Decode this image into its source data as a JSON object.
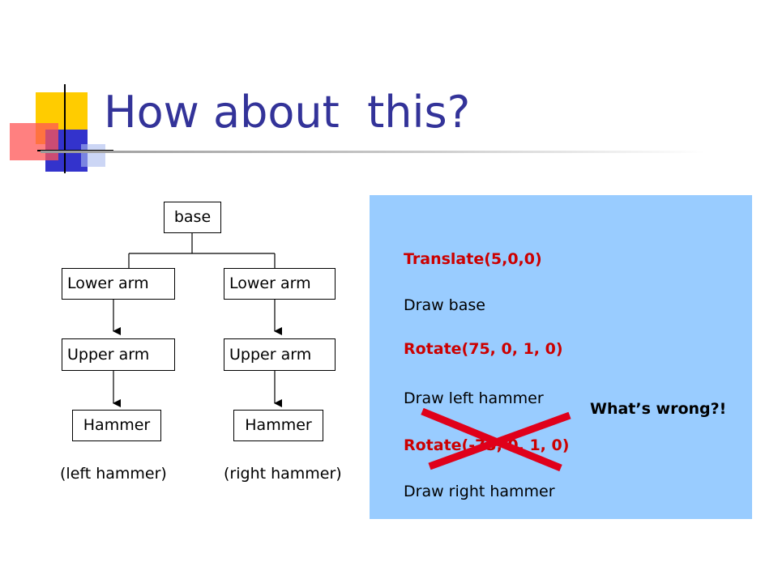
{
  "slide": {
    "title": "How about  this?"
  },
  "tree": {
    "root": "base",
    "left_branch": {
      "lower": "Lower arm",
      "upper": "Upper arm",
      "hammer": "Hammer",
      "caption": "(left hammer)"
    },
    "right_branch": {
      "lower": "Lower arm",
      "upper": "Upper arm",
      "hammer": "Hammer",
      "caption": "(right hammer)"
    }
  },
  "code": {
    "lines": [
      {
        "text": "Translate(5,0,0)",
        "style": "red"
      },
      {
        "text": "Draw base",
        "style": "black"
      },
      {
        "text": "Rotate(75, 0, 1, 0)",
        "style": "red"
      },
      {
        "text": "Draw left hammer",
        "style": "black"
      },
      {
        "text": "Rotate(-75, 0, 1, 0)",
        "style": "red"
      },
      {
        "text": "Draw right hammer",
        "style": "black"
      }
    ],
    "callout": "What’s wrong?!"
  },
  "colors": {
    "title": "#333399",
    "panel": "#99ccff",
    "code_red": "#cc0000",
    "cross": "#e0001a"
  }
}
